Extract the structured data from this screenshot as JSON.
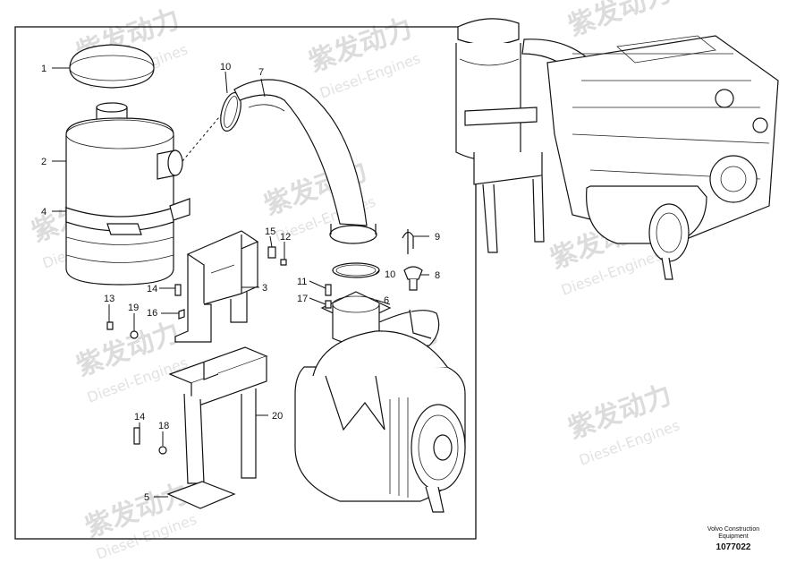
{
  "watermark": {
    "brand": "紫发动力",
    "subtitle": "Diesel-Engines"
  },
  "callouts": [
    {
      "id": "c1",
      "label": "1"
    },
    {
      "id": "c2",
      "label": "2"
    },
    {
      "id": "c4",
      "label": "4"
    },
    {
      "id": "c10a",
      "label": "10"
    },
    {
      "id": "c7",
      "label": "7"
    },
    {
      "id": "c15",
      "label": "15"
    },
    {
      "id": "c12",
      "label": "12"
    },
    {
      "id": "c14a",
      "label": "14"
    },
    {
      "id": "c3",
      "label": "3"
    },
    {
      "id": "c13",
      "label": "13"
    },
    {
      "id": "c19",
      "label": "19"
    },
    {
      "id": "c16",
      "label": "16"
    },
    {
      "id": "c11",
      "label": "11"
    },
    {
      "id": "c10b",
      "label": "10"
    },
    {
      "id": "c17",
      "label": "17"
    },
    {
      "id": "c6",
      "label": "6"
    },
    {
      "id": "c9",
      "label": "9"
    },
    {
      "id": "c8",
      "label": "8"
    },
    {
      "id": "c20",
      "label": "20"
    },
    {
      "id": "c14b",
      "label": "14"
    },
    {
      "id": "c18",
      "label": "18"
    },
    {
      "id": "c5",
      "label": "5"
    }
  ],
  "credit": {
    "line1": "Volvo Construction",
    "line2": "Equipment"
  },
  "doc_number": "1077022"
}
